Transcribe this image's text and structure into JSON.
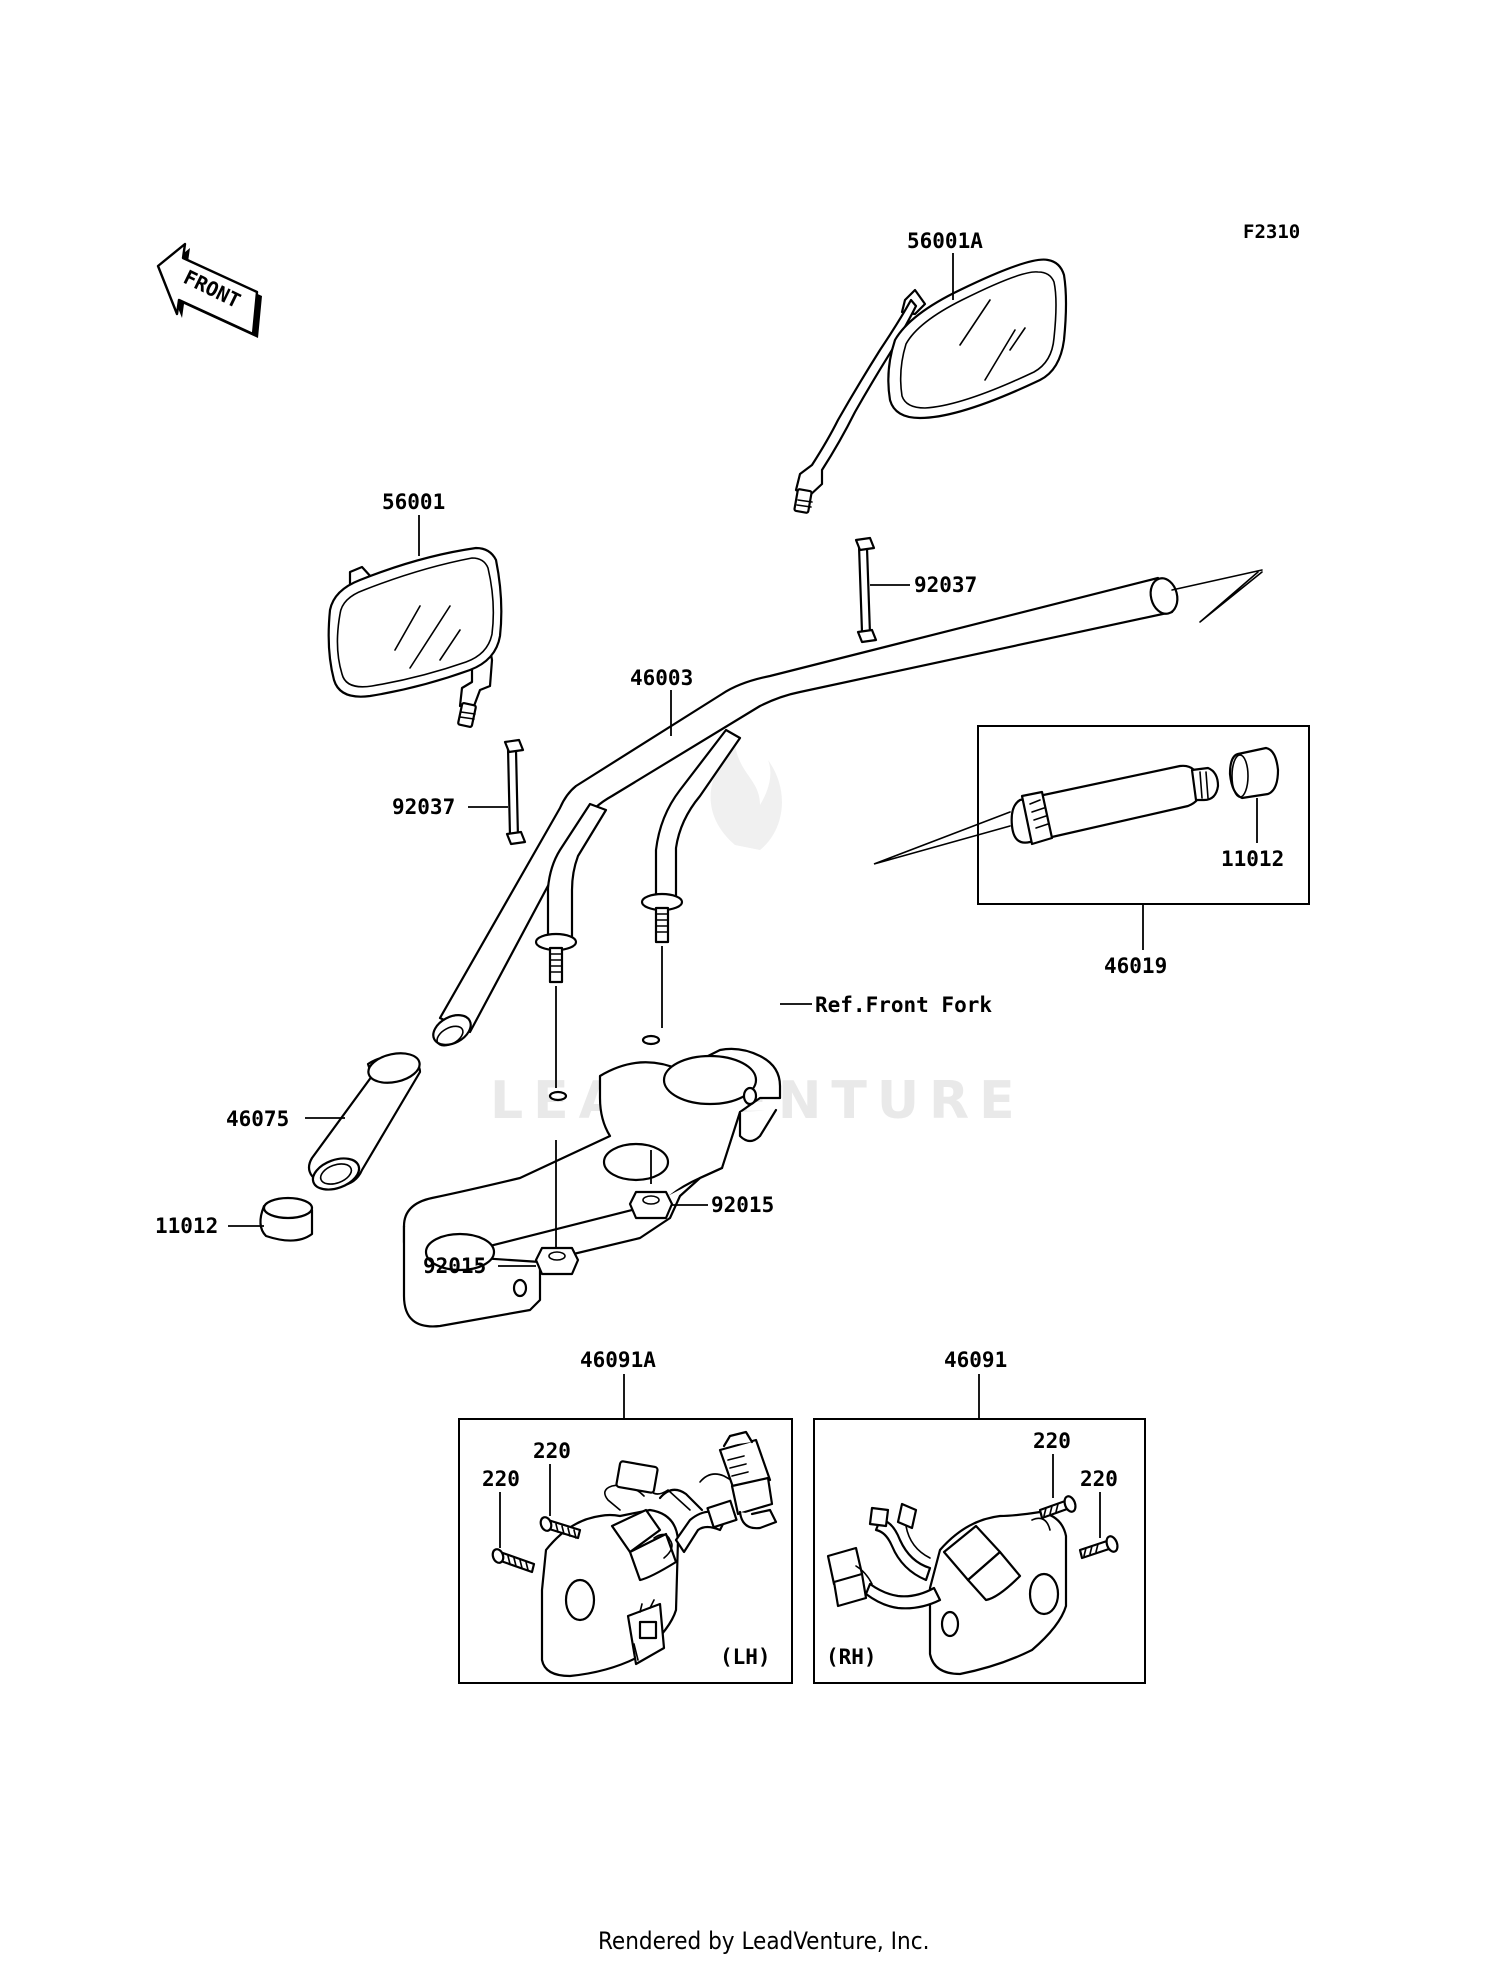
{
  "figure_code": "F2310",
  "front_arrow_label": "FRONT",
  "watermark": "LEADVENTURE",
  "footer": "Rendered by LeadVenture, Inc.",
  "callouts": {
    "mirror_right": "56001A",
    "mirror_left": "56001",
    "band_right": "92037",
    "band_left": "92037",
    "handlebar": "46003",
    "grip_right": "46019",
    "end_cap_right": "11012",
    "grip_left": "46075",
    "end_cap_left": "11012",
    "fork_ref": "Ref.Front Fork",
    "nut_right": "92015",
    "nut_left": "92015",
    "switch_lh": "46091A",
    "switch_rh": "46091",
    "screw_lh_a": "220",
    "screw_lh_b": "220",
    "screw_rh_a": "220",
    "screw_rh_b": "220"
  },
  "side_labels": {
    "lh": "(LH)",
    "rh": "(RH)"
  }
}
